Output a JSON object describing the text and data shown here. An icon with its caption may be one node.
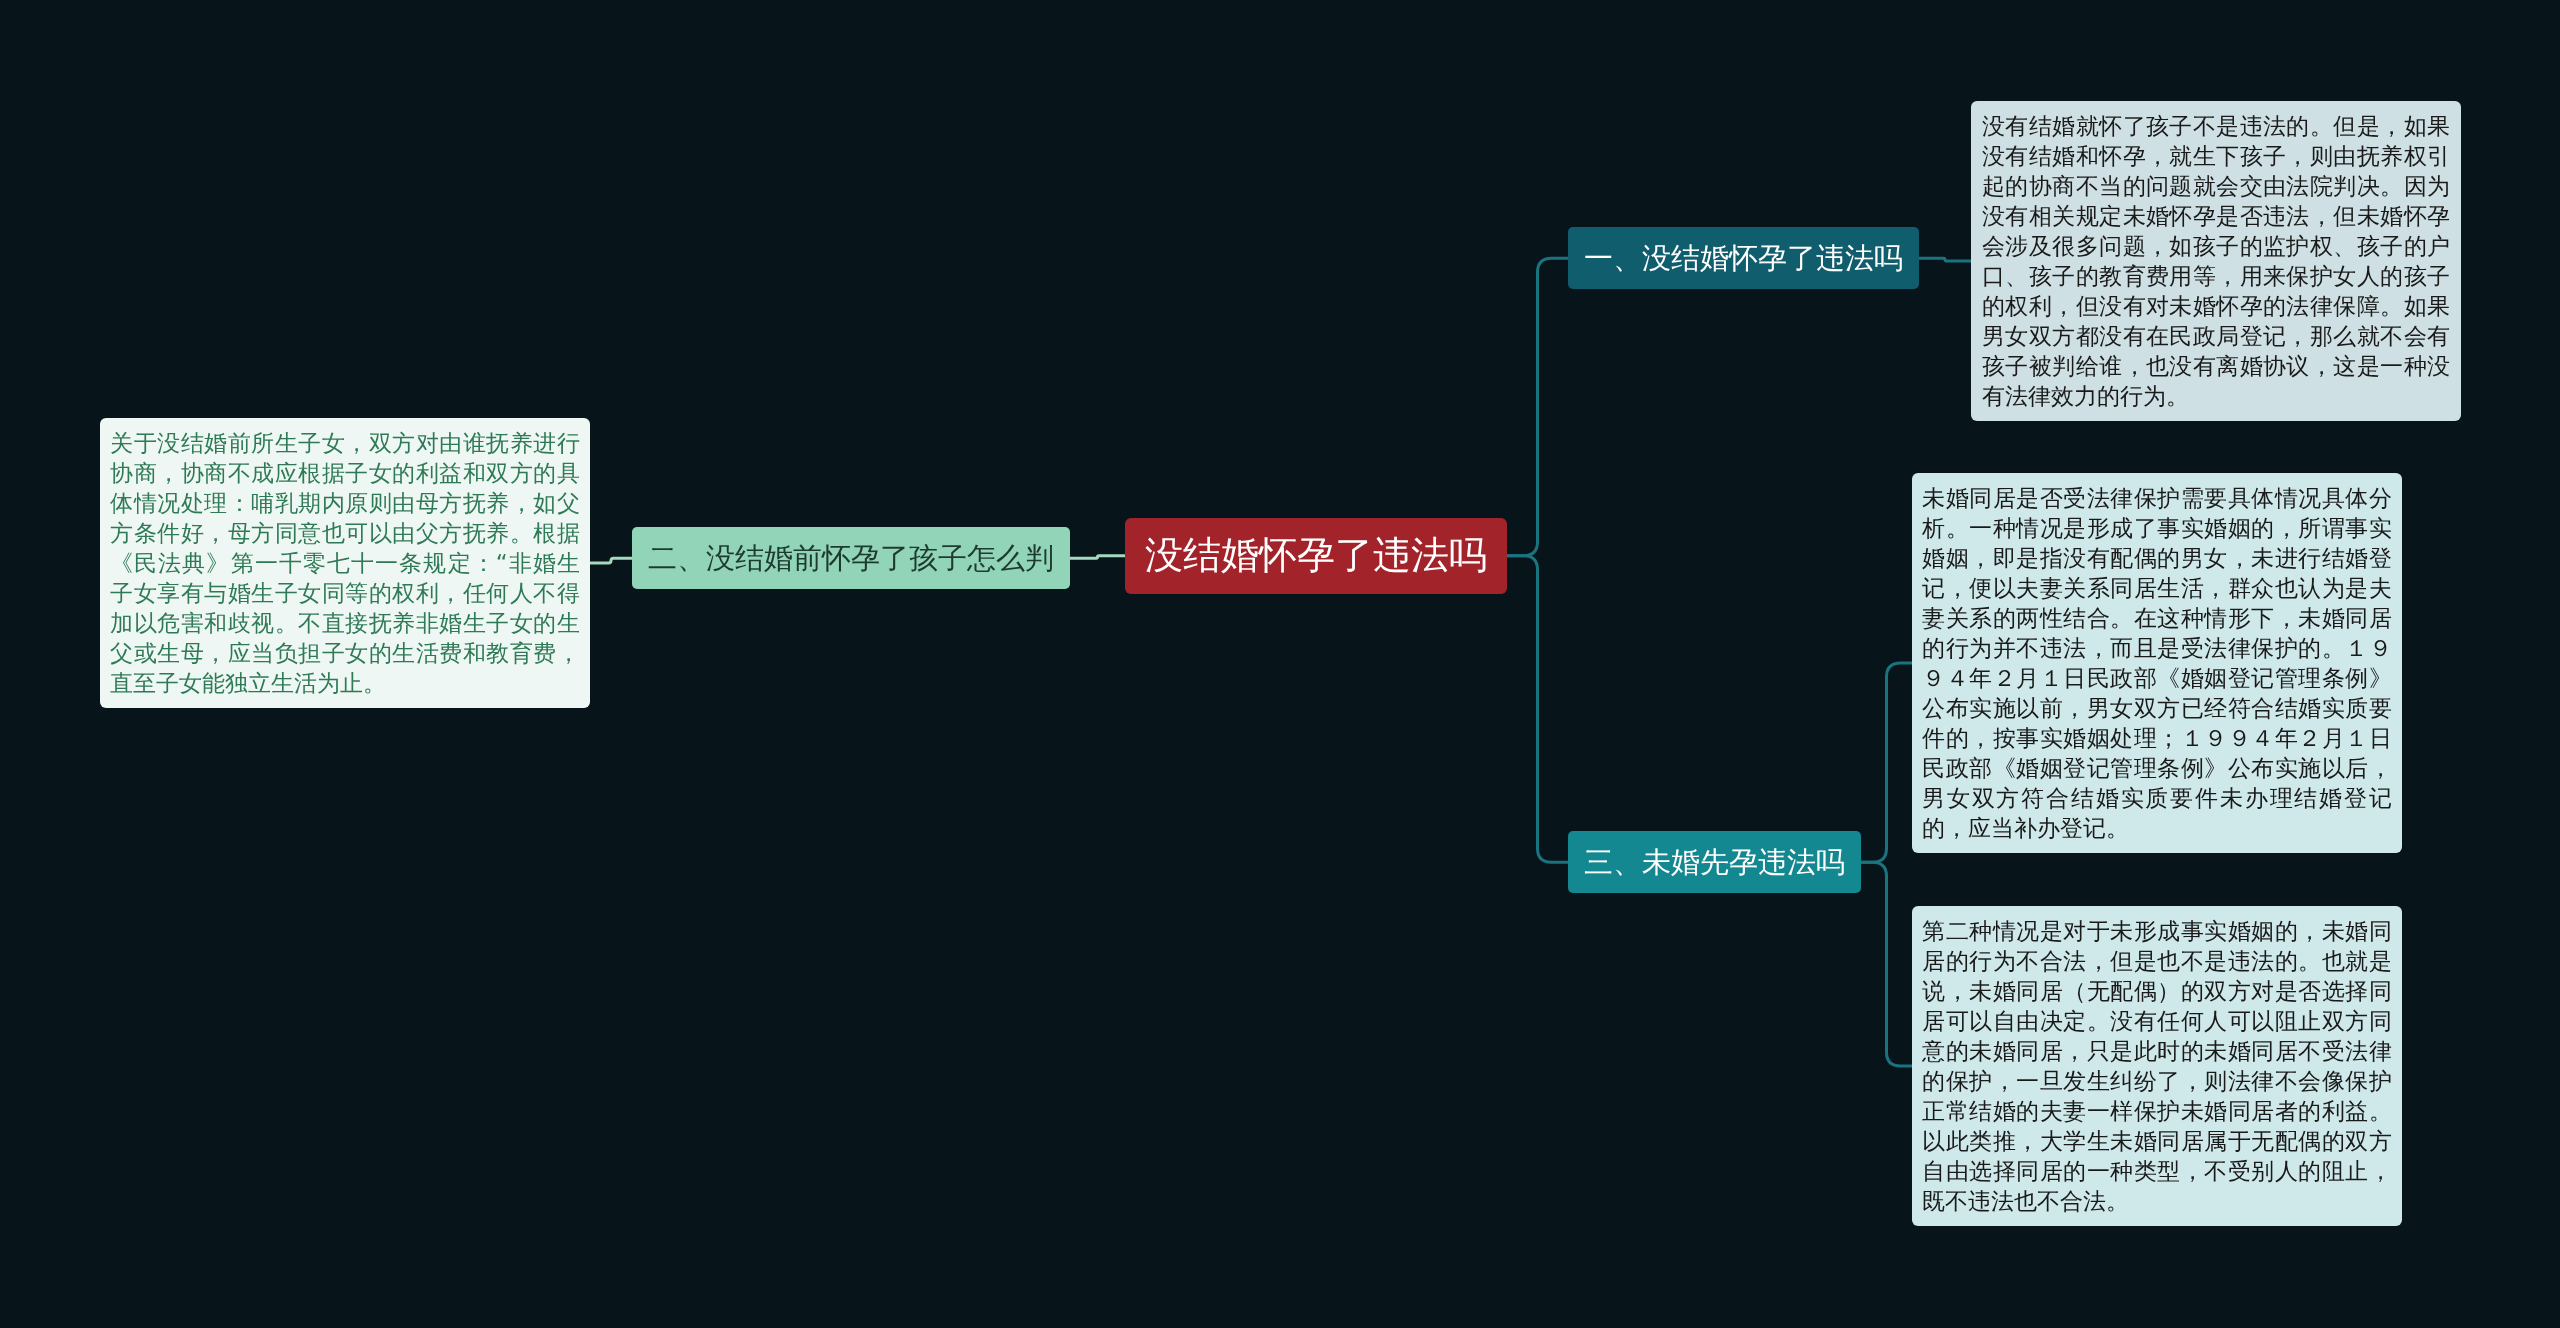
{
  "diagram": {
    "nodes": [
      {
        "text": [
          "没结婚怀孕了违法吗"
        ]
      },
      {
        "text": [
          "二、没结婚前怀孕了孩子怎么判"
        ]
      },
      {
        "text": [
          "关于没结婚前所生子女，双方对由谁抚养进行协商，协商不成应根据子女的利益和双方的具体情况处理：哺乳期内原则由母方抚养，如父方条件好，母方同意也可以由父方抚养。根据《民法典》第一千零七十一条规定：“非婚生子女享有与婚生子女同等的权利，任何人不得加以危害和歧视。不直接抚养非婚生子女的生父或生母，应当负担子女的生活费和教育费，直至子女能独立生活为止。"
        ]
      },
      {
        "text": [
          "一、没结婚怀孕了违法吗"
        ]
      },
      {
        "text": [
          "没有结婚就怀了孩子不是违法的。但是，如果没有结婚和怀孕，就生下孩子，则由抚养权引起的协商不当的问题就会交由法院判决。因为没有相关规定未婚怀孕是否违法，但未婚怀孕会涉及很多问题，如孩子的监护权、孩子的户口、孩子的教育费用等，用来保护女人的孩子的权利，但没有对未婚怀孕的法律保障。如果男女双方都没有在民政局登记，那么就不会有孩子被判给谁，也没有离婚协议，这是一种没有法律效力的行为。"
        ]
      },
      {
        "text": [
          "三、未婚先孕违法吗"
        ]
      },
      {
        "text": [
          "未婚同居是否受法律保护需要具体情况具体分析。一种情况是形成了事实婚姻的，所谓事实婚姻，即是指没有配偶的男女，未进行结婚登记，便以夫妻关系同居生活，群众也认为是夫妻关系的两性结合。在这种情形下，未婚同居的行为并不违法，而且是受法律保护的。１９９４年２月１日民政部《婚姻登记管理条例》公布实施以前，男女双方已经符合结婚实质要件的，按事实婚姻处理；１９９４年２月１日民政部《婚姻登记管理条例》公布实施以后，男女双方符合结婚实质要件未办理结婚登记的，应当补办登记。"
        ]
      },
      {
        "text": [
          "第二种情况是对于未形成事实婚姻的，未婚同居的行为不合法，但是也不是违法的。也就是说，未婚同居（无配偶）的双方对是否选择同居可以自由决定。没有任何人可以阻止双方同意的未婚同居，只是此时的未婚同居不受法律的保护，一旦发生纠纷了，则法律不会像保护正常结婚的夫妻一样保护未婚同居者的利益。以此类推，大学生未婚同居属于无配偶的双方自由选择同居的一种类型，不受别人的阻止，既不违法也不合法。"
        ]
      }
    ],
    "edges": [
      {
        "from": 0,
        "to": 1,
        "arrow": "none",
        "color": "#a6d8c0"
      },
      {
        "from": 1,
        "to": 2,
        "arrow": "none",
        "color": "#a6d8c0"
      },
      {
        "from": 0,
        "to": 3,
        "arrow": "none"
      },
      {
        "from": 3,
        "to": 4,
        "arrow": "none"
      },
      {
        "from": 0,
        "to": 5,
        "arrow": "none"
      },
      {
        "from": 5,
        "to": 6,
        "arrow": "none"
      },
      {
        "from": 5,
        "to": 7,
        "arrow": "none"
      }
    ]
  }
}
